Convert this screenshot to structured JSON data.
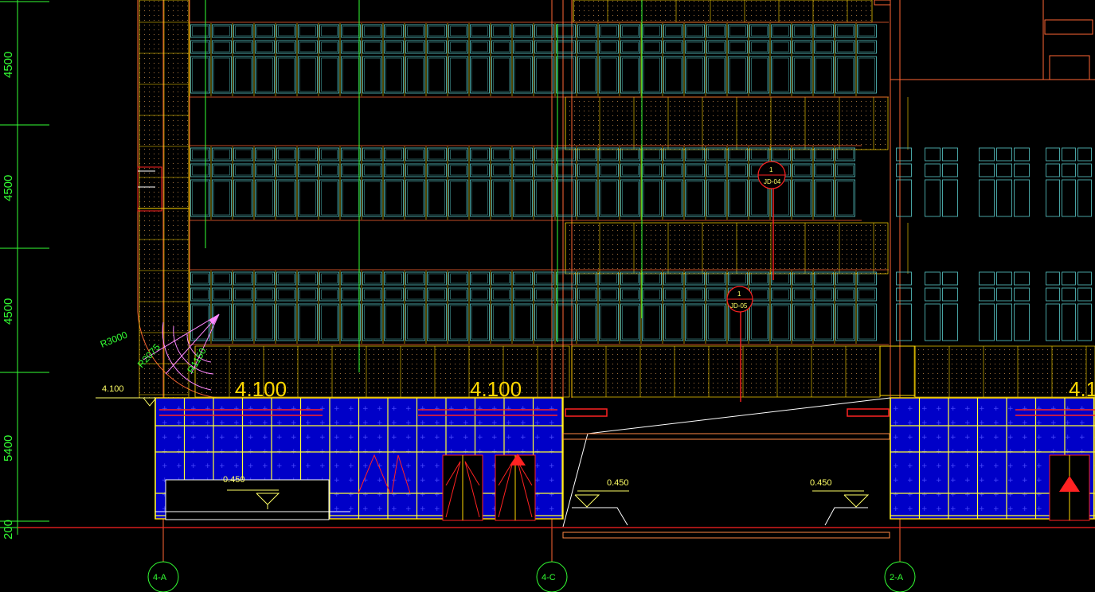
{
  "drawing": {
    "colors": {
      "background": "#000000",
      "dimension": "#33ff33",
      "outline": "#ff6633",
      "mullion": "#ffd700",
      "glazing": "#4fb3b3",
      "section": "#ff2222",
      "door_fill": "#0000c8"
    },
    "vertical_dimensions": [
      "4500",
      "4500",
      "4500",
      "5400",
      "200"
    ],
    "level_marks_large": [
      "4.100",
      "4.100",
      "4.1"
    ],
    "level_mark_small": "4.100",
    "floor_levels": [
      "0.450",
      "0.450",
      "0.450"
    ],
    "radius_labels": [
      "R3000",
      "R2075",
      "R1150"
    ],
    "section_tags": [
      "1",
      "1"
    ],
    "section_tag_refs": [
      "JD-04",
      "JD-05"
    ],
    "axis_labels": [
      "4-A",
      "4-C",
      "2-A"
    ]
  }
}
